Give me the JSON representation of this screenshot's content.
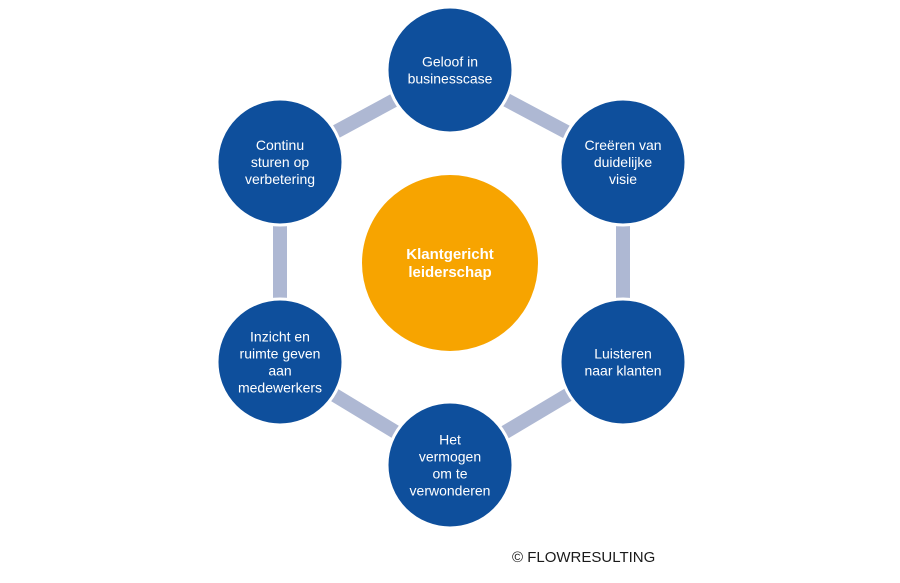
{
  "colors": {
    "node": "#0E4F9C",
    "center": "#F7A400",
    "connector": "#AEB8D3"
  },
  "center": {
    "lines": [
      "Klantgericht",
      "leiderschap"
    ]
  },
  "nodes": [
    {
      "id": "geloof",
      "lines": [
        "Geloof in",
        "businesscase"
      ]
    },
    {
      "id": "creeren",
      "lines": [
        "Creëren van",
        "duidelijke",
        "visie"
      ]
    },
    {
      "id": "luisteren",
      "lines": [
        "Luisteren",
        "naar klanten"
      ]
    },
    {
      "id": "vermogen",
      "lines": [
        "Het",
        "vermogen",
        "om te",
        "verwonderen"
      ]
    },
    {
      "id": "inzicht",
      "lines": [
        "Inzicht en",
        "ruimte geven",
        "aan",
        "medewerkers"
      ]
    },
    {
      "id": "continu",
      "lines": [
        "Continu",
        "sturen op",
        "verbetering"
      ]
    }
  ],
  "footer": {
    "copyright": "© FLOWRESULTING"
  }
}
